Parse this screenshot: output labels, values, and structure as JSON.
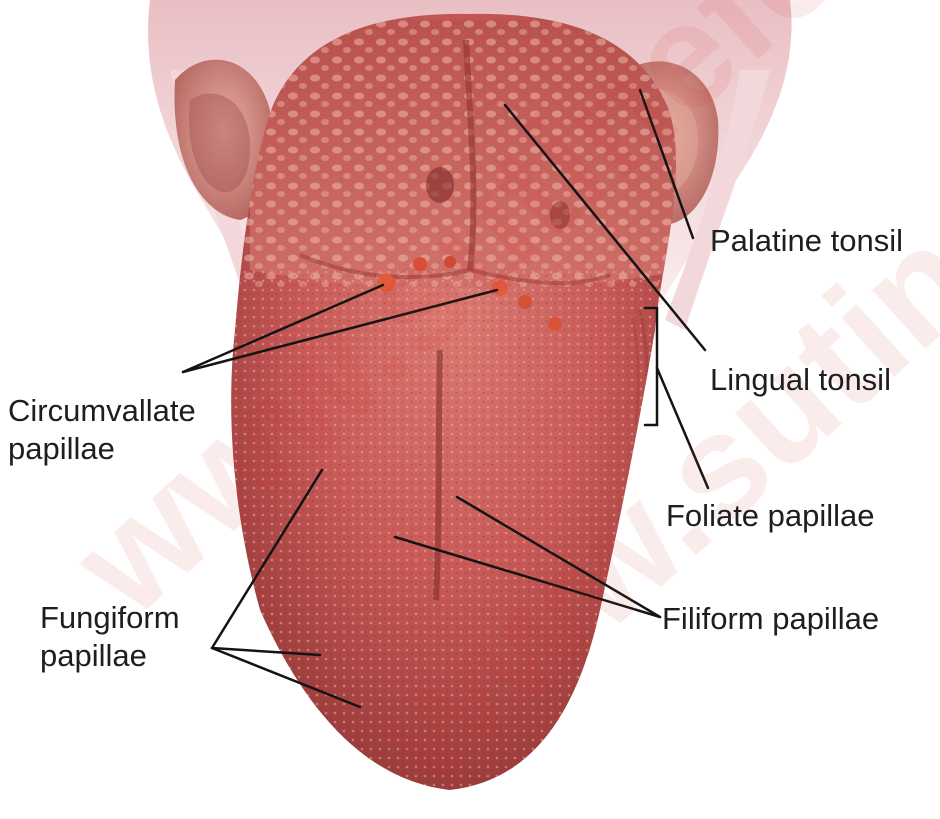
{
  "labels": {
    "palatine_tonsil": "Palatine tonsil",
    "lingual_tonsil": "Lingual tonsil",
    "circumvallate_line1": "Circumvallate",
    "circumvallate_line2": "papillae",
    "foliate_papillae": "Foliate papillae",
    "fungiform_line1": "Fungiform",
    "fungiform_line2": "papillae",
    "filiform_papillae": "Filiform papillae"
  },
  "watermark": "www.sutinefe",
  "colors": {
    "tongue_body": "#c85a58",
    "tongue_dark": "#9a3c3b",
    "tongue_light": "#e59a8e",
    "throat": "#eecfd2",
    "leader_line": "#141414",
    "watermark": "#d72828"
  }
}
